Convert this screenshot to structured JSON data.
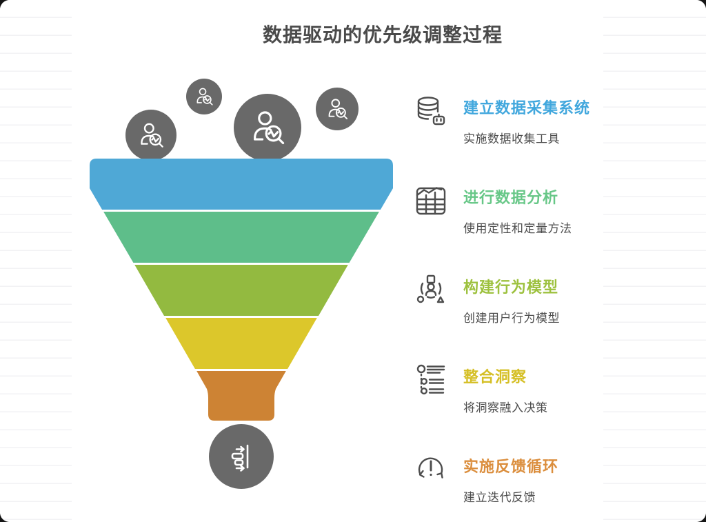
{
  "title": "数据驱动的优先级调整过程",
  "palette": {
    "gray_circle": "#696969",
    "icon_stroke": "#4d4d4d",
    "icon_white": "#ffffff",
    "title_color": "#4a4a4a",
    "subtitle_color": "#4d4d4d"
  },
  "funnel": {
    "section_colors": [
      "#4FA8D6",
      "#5EBE8A",
      "#93BA40",
      "#DCC72B",
      "#CD8334"
    ]
  },
  "steps": [
    {
      "title": "建立数据采集系统",
      "subtitle": "实施数据收集工具",
      "color": "#41A7DD",
      "icon": "database-robot-icon"
    },
    {
      "title": "进行数据分析",
      "subtitle": "使用定性和定量方法",
      "color": "#67C787",
      "icon": "chart-table-icon"
    },
    {
      "title": "构建行为模型",
      "subtitle": "创建用户行为模型",
      "color": "#9DC13E",
      "icon": "user-shapes-icon"
    },
    {
      "title": "整合洞察",
      "subtitle": "将洞察融入决策",
      "color": "#D5BF25",
      "icon": "insight-list-icon"
    },
    {
      "title": "实施反馈循环",
      "subtitle": "建立迭代反馈",
      "color": "#DB8E3D",
      "icon": "feedback-loop-icon"
    }
  ]
}
